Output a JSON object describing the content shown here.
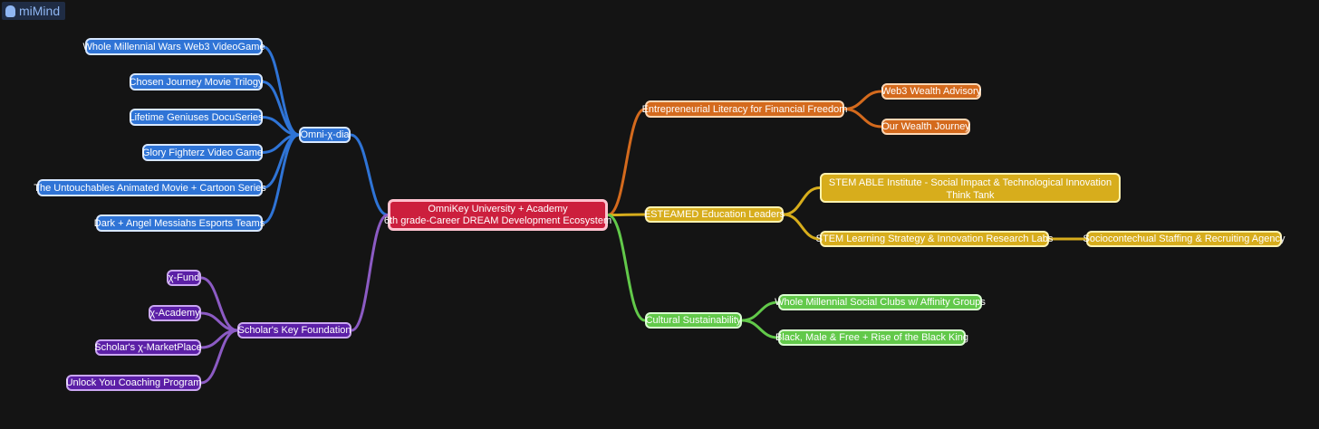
{
  "app": {
    "name": "miMind"
  },
  "root": {
    "line1": "OmniKey University + Academy",
    "line2": "6th grade-Career DREAM Development Ecosystem"
  },
  "omnidia": {
    "label": "Omni-χ-dia",
    "children": [
      "Whole Millennial Wars Web3 VideoGame",
      "Chosen Journey Movie Trilogy",
      "Lifetime Geniuses DocuSeries",
      "Glory Fighterz Video Game",
      "The Untouchables Animated Movie + Cartoon Series",
      "Dark + Angel Messiahs Esports Teams"
    ]
  },
  "scholars": {
    "label": "Scholar's Key Foundation",
    "children": [
      "χ-Fund",
      "χ-Academy",
      "Scholar's χ-MarketPlace",
      "Unlock You Coaching Program"
    ]
  },
  "entrepreneurial": {
    "label": "Entrepreneurial Literacy for Financial Freedom",
    "children": [
      "Web3 Wealth Advisory",
      "Our Wealth Journey"
    ]
  },
  "esteamed": {
    "label": "ESTEAMED Education Leaders",
    "stem_able": "STEM ABLE Institute - Social Impact & Technological Innovation Think Tank",
    "stem_labs": "STEM Learning Strategy & Innovation Research Labs",
    "staffing": "Sociocontechual Staffing & Recruiting Agency"
  },
  "cultural": {
    "label": "Cultural Sustainability",
    "children": [
      "Whole Millennial Social Clubs w/ Affinity Groups",
      "Black, Male & Free + Rise of the Black King"
    ]
  },
  "colors": {
    "blue": "#2f74d6",
    "purple": "#8c5bc4",
    "orange": "#d46a1d",
    "yellow": "#d7ad1c",
    "green": "#62c94a"
  }
}
